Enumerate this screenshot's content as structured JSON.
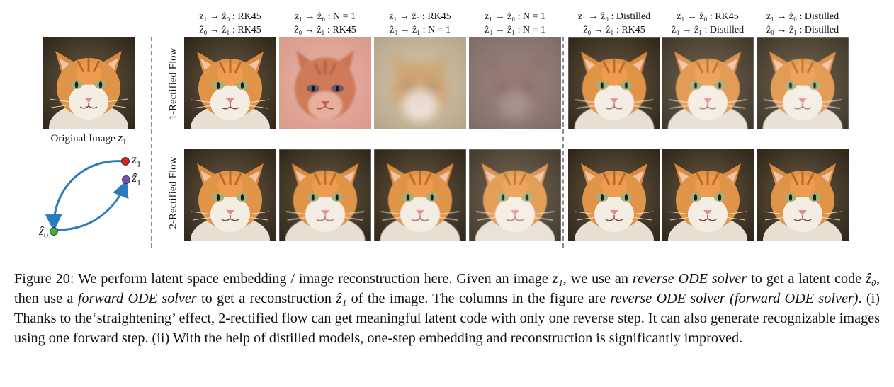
{
  "figure": {
    "original_label_text": "Original Image",
    "original_label_var": "z",
    "original_label_sub": "1",
    "diagram": {
      "z1_label": "z",
      "z1_sub": "1",
      "z1hat_label": "ẑ",
      "z1hat_sub": "1",
      "z0hat_label": "ẑ",
      "z0hat_sub": "0"
    },
    "row_labels": [
      "1-Rectified Flow",
      "2-Rectified Flow"
    ],
    "columns": [
      {
        "line1": "z₁ → ẑ₀ : RK45",
        "line2": "ẑ₀ → ẑ₁ : RK45"
      },
      {
        "line1": "z₁ → ẑ₀ : N = 1",
        "line2": "ẑ₀ → ẑ₁ : RK45"
      },
      {
        "line1": "z₁ → ẑ₀ : RK45",
        "line2": "ẑ₀ → ẑ₁ : N = 1"
      },
      {
        "line1": "z₁ → ẑ₀ : N = 1",
        "line2": "ẑ₀ → ẑ₁ : N = 1"
      },
      {
        "line1": "z₁ → ẑ₀ : Distilled",
        "line2": "ẑ₀ → ẑ₁ : RK45"
      },
      {
        "line1": "z₁ → ẑ₀ : RK45",
        "line2": "ẑ₀ → ẑ₁ : Distilled"
      },
      {
        "line1": "z₁ → ẑ₀ : Distilled",
        "line2": "ẑ₀ → ẑ₁ : Distilled"
      }
    ]
  },
  "caption": {
    "p1": "Figure 20: We perform latent space embedding / image reconstruction here. Given an image ",
    "m1": "z₁",
    "p2": ", we use an ",
    "i1": "reverse ODE solver",
    "p3": " to get a latent code ",
    "m2": "ẑ₀",
    "p4": ", then use a ",
    "i2": "forward ODE solver",
    "p5": " to get a reconstruction ",
    "m3": "ẑ₁",
    "p6": " of the image. The columns in the figure are ",
    "i3": "reverse ODE solver (forward ODE solver)",
    "p7": ". (i) Thanks to the‘straightening’ effect, 2-rectified flow can get meaningful latent code with only one reverse step. It can also generate recognizable images using one forward step. (ii) With the help of distilled models, one-step embedding and reconstruction is significantly improved."
  },
  "colors": {
    "arrow": "#2b7bbf",
    "z1_dot": "#e0201a",
    "z1hat_dot": "#7d4bb8",
    "z0hat_dot": "#3db03d",
    "dash": "#8a8a8a"
  }
}
